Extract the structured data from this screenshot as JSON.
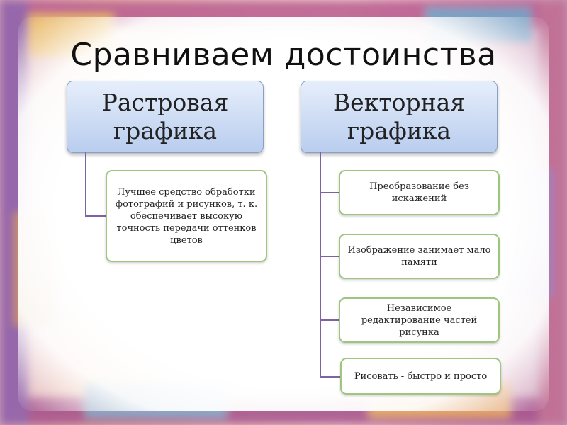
{
  "slide": {
    "title": "Сравниваем достоинства"
  },
  "raster": {
    "heading_line1": "Растровая",
    "heading_line2": "графика",
    "items": [
      "Лучшее средство обработки фотографий и рисунков, т. к. обеспечивает высокую точность передачи оттенков цветов"
    ]
  },
  "vector": {
    "heading_line1": "Векторная",
    "heading_line2": "графика",
    "items": [
      "Преобразование без искажений",
      "Изображение занимает мало памяти",
      "Независимое редактирование частей рисунка",
      "Рисовать - быстро и просто"
    ]
  },
  "colors": {
    "heading_fill": "#cddcf4",
    "item_border": "#9ec680",
    "connector": "#7e62a8"
  }
}
